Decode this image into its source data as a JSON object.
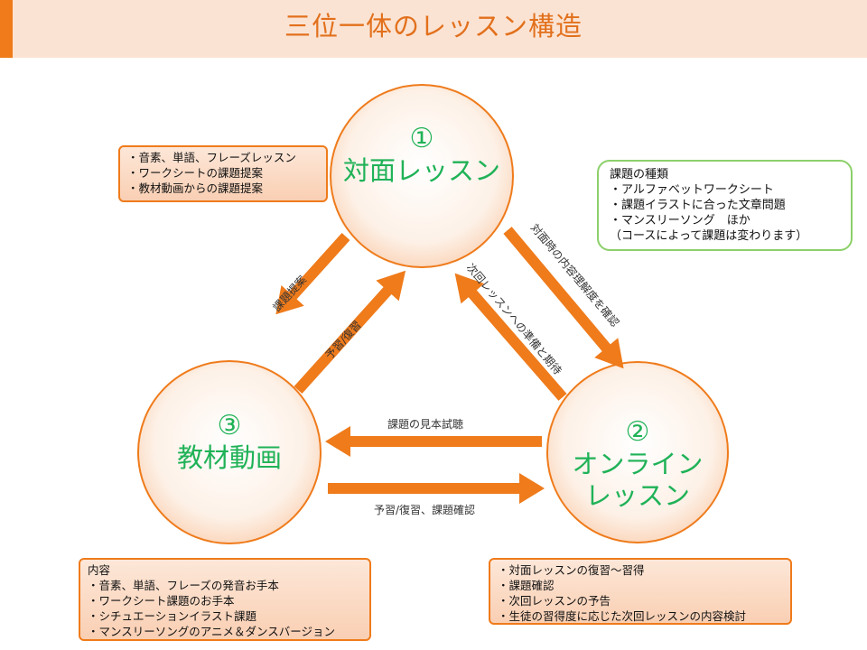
{
  "title": "三位一体のレッスン構造",
  "nodes": {
    "face_to_face": {
      "num": "①",
      "name": "対面レッスン"
    },
    "online": {
      "num": "②",
      "name_line1": "オンライン",
      "name_line2": "レッスン"
    },
    "video": {
      "num": "③",
      "name": "教材動画"
    }
  },
  "boxes": {
    "face_to_face": {
      "lines": [
        "・音素、単語、フレーズレッスン",
        "・ワークシートの課題提案",
        "・教材動画からの課題提案"
      ]
    },
    "assignments": {
      "lines": [
        "課題の種類",
        "・アルファベットワークシート",
        "・課題イラストに合った文章問題",
        "・マンスリーソング　ほか",
        "（コースによって課題は変わります）"
      ]
    },
    "video": {
      "lines": [
        "内容",
        "・音素、単語、フレーズの発音お手本",
        "・ワークシート課題のお手本",
        "・シチュエーションイラスト課題",
        "・マンスリーソングのアニメ＆ダンスバージョン"
      ]
    },
    "online": {
      "lines": [
        "・対面レッスンの復習～習得",
        "・課題確認",
        "・次回レッスンの予告",
        "・生徒の習得度に応じた次回レッスンの内容検討"
      ]
    }
  },
  "arrows": {
    "one_to_three": "課題提案",
    "three_to_one": "予習/復習",
    "one_to_two": "対面時の内容理解度を確認",
    "two_to_one": "次回レッスンへの準備と期待",
    "two_to_three": "課題の見本試聴",
    "three_to_two": "予習/復習、課題確認"
  },
  "colors": {
    "accent": "#ef7b1b",
    "node_text": "#1fb257",
    "title_text": "#e2701c",
    "title_bg": "#fbe3d3",
    "circle_fill": "#fde9db",
    "green_border": "#8cd06a"
  }
}
